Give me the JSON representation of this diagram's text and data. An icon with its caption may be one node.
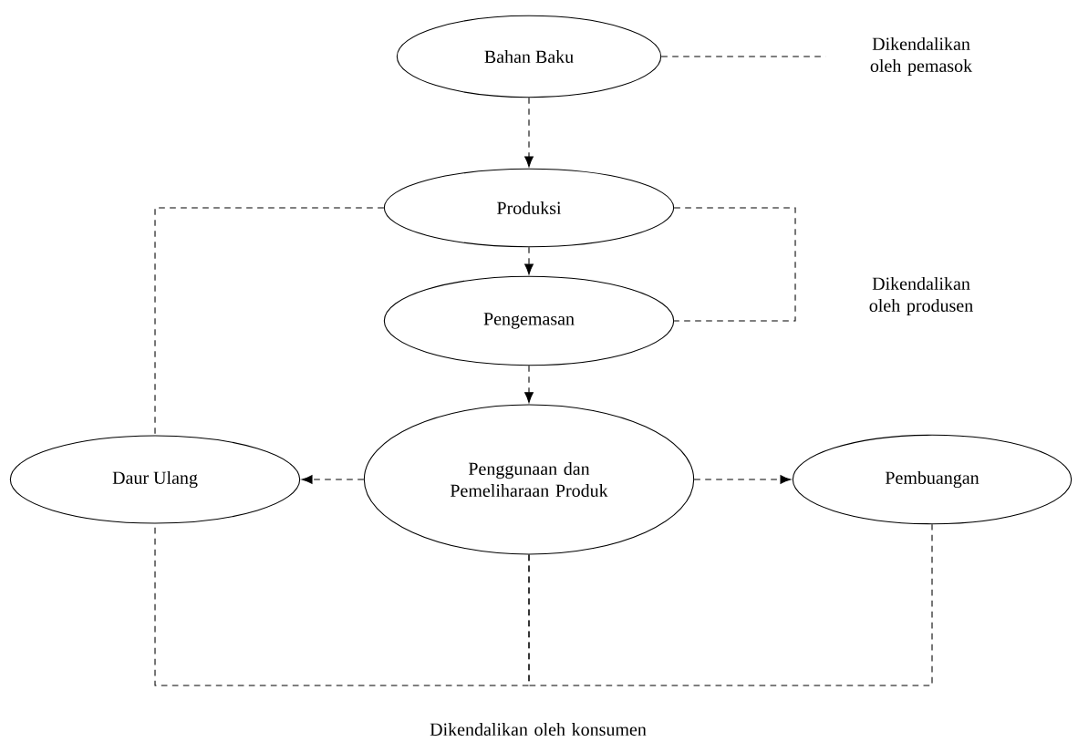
{
  "diagram": {
    "nodes": [
      {
        "text": [
          "Bahan Baku"
        ]
      },
      {
        "text": [
          "Produksi"
        ]
      },
      {
        "text": [
          "Pengemasan"
        ]
      },
      {
        "text": [
          "Penggunaan dan Pemeliharaan Produk"
        ]
      },
      {
        "text": [
          "Daur Ulang"
        ]
      },
      {
        "text": [
          "Pembuangan"
        ]
      },
      {
        "text": [
          "Dikendalikan oleh pemasok"
        ]
      },
      {
        "text": [
          "Dikendalikan oleh produsen"
        ]
      },
      {
        "text": [
          "Dikendalikan oleh konsumen"
        ]
      }
    ],
    "edges": [
      {
        "from": 0,
        "to": 1,
        "arrow": "to",
        "style": "dashed"
      },
      {
        "from": 1,
        "to": 2,
        "arrow": "to",
        "style": "dashed"
      },
      {
        "from": 2,
        "to": 3,
        "arrow": "to",
        "style": "dashed"
      },
      {
        "from": 3,
        "to": 4,
        "arrow": "to",
        "style": "dashed"
      },
      {
        "from": 3,
        "to": 5,
        "arrow": "to",
        "style": "dashed"
      },
      {
        "from": 0,
        "to": 6,
        "arrow": "none",
        "style": "dashed"
      },
      {
        "from": 1,
        "to": 4,
        "arrow": "none",
        "style": "dashed"
      },
      {
        "from": 1,
        "to": 2,
        "arrow": "none",
        "style": "dashed"
      },
      {
        "from": 3,
        "to": 4,
        "arrow": "none",
        "style": "dashed"
      },
      {
        "from": 3,
        "to": 5,
        "arrow": "none",
        "style": "dashed"
      }
    ]
  }
}
